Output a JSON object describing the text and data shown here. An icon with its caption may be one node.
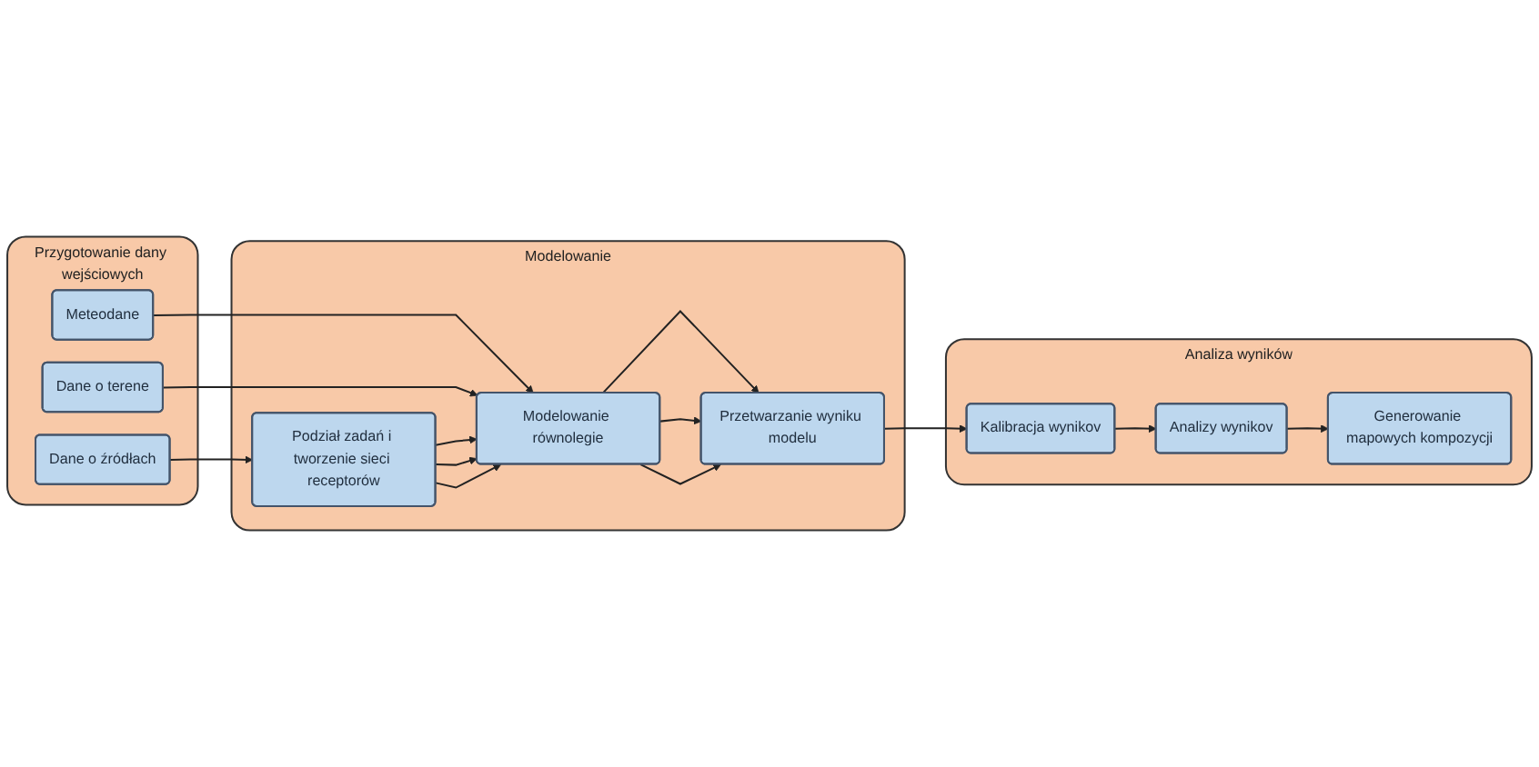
{
  "diagram": {
    "nodes": [
      {
        "text": [
          "Przygotowanie dany wejściowych"
        ]
      },
      {
        "text": [
          "Dane o źródłach"
        ],
        "in": 0
      },
      {
        "text": [
          "Meteodane"
        ],
        "in": 0
      },
      {
        "text": [
          "Dane o terene"
        ],
        "in": 0
      },
      {
        "text": [
          "Modelowanie"
        ]
      },
      {
        "text": [
          "Podział zadań i tworzenie sieci receptorów"
        ],
        "in": 4
      },
      {
        "text": [
          "Modelowanie równolegie"
        ],
        "in": 4
      },
      {
        "text": [
          "Przetwarzanie wyniku modelu"
        ],
        "in": 4
      },
      {
        "text": [
          "Analiza wyników"
        ]
      },
      {
        "text": [
          "Kalibracja wynikov"
        ],
        "in": 8
      },
      {
        "text": [
          "Analizy wynikov"
        ],
        "in": 8
      },
      {
        "text": [
          "Generowanie mapowych kompozycji"
        ],
        "in": 8
      }
    ],
    "edges": [
      {
        "from": 1,
        "to": 5,
        "arrow": "to"
      },
      {
        "from": 2,
        "to": 6,
        "arrow": "to"
      },
      {
        "from": 3,
        "to": 6,
        "arrow": "to"
      },
      {
        "from": 5,
        "to": 6,
        "arrow": "to"
      },
      {
        "from": 5,
        "to": 6,
        "arrow": "to"
      },
      {
        "from": 5,
        "to": 6,
        "arrow": "to"
      },
      {
        "from": 6,
        "to": 7,
        "arrow": "to"
      },
      {
        "from": 6,
        "to": 7,
        "arrow": "to"
      },
      {
        "from": 6,
        "to": 7,
        "arrow": "to"
      },
      {
        "from": 7,
        "to": 9,
        "arrow": "to"
      },
      {
        "from": 9,
        "to": 10,
        "arrow": "to"
      },
      {
        "from": 10,
        "to": 11,
        "arrow": "to"
      }
    ]
  }
}
